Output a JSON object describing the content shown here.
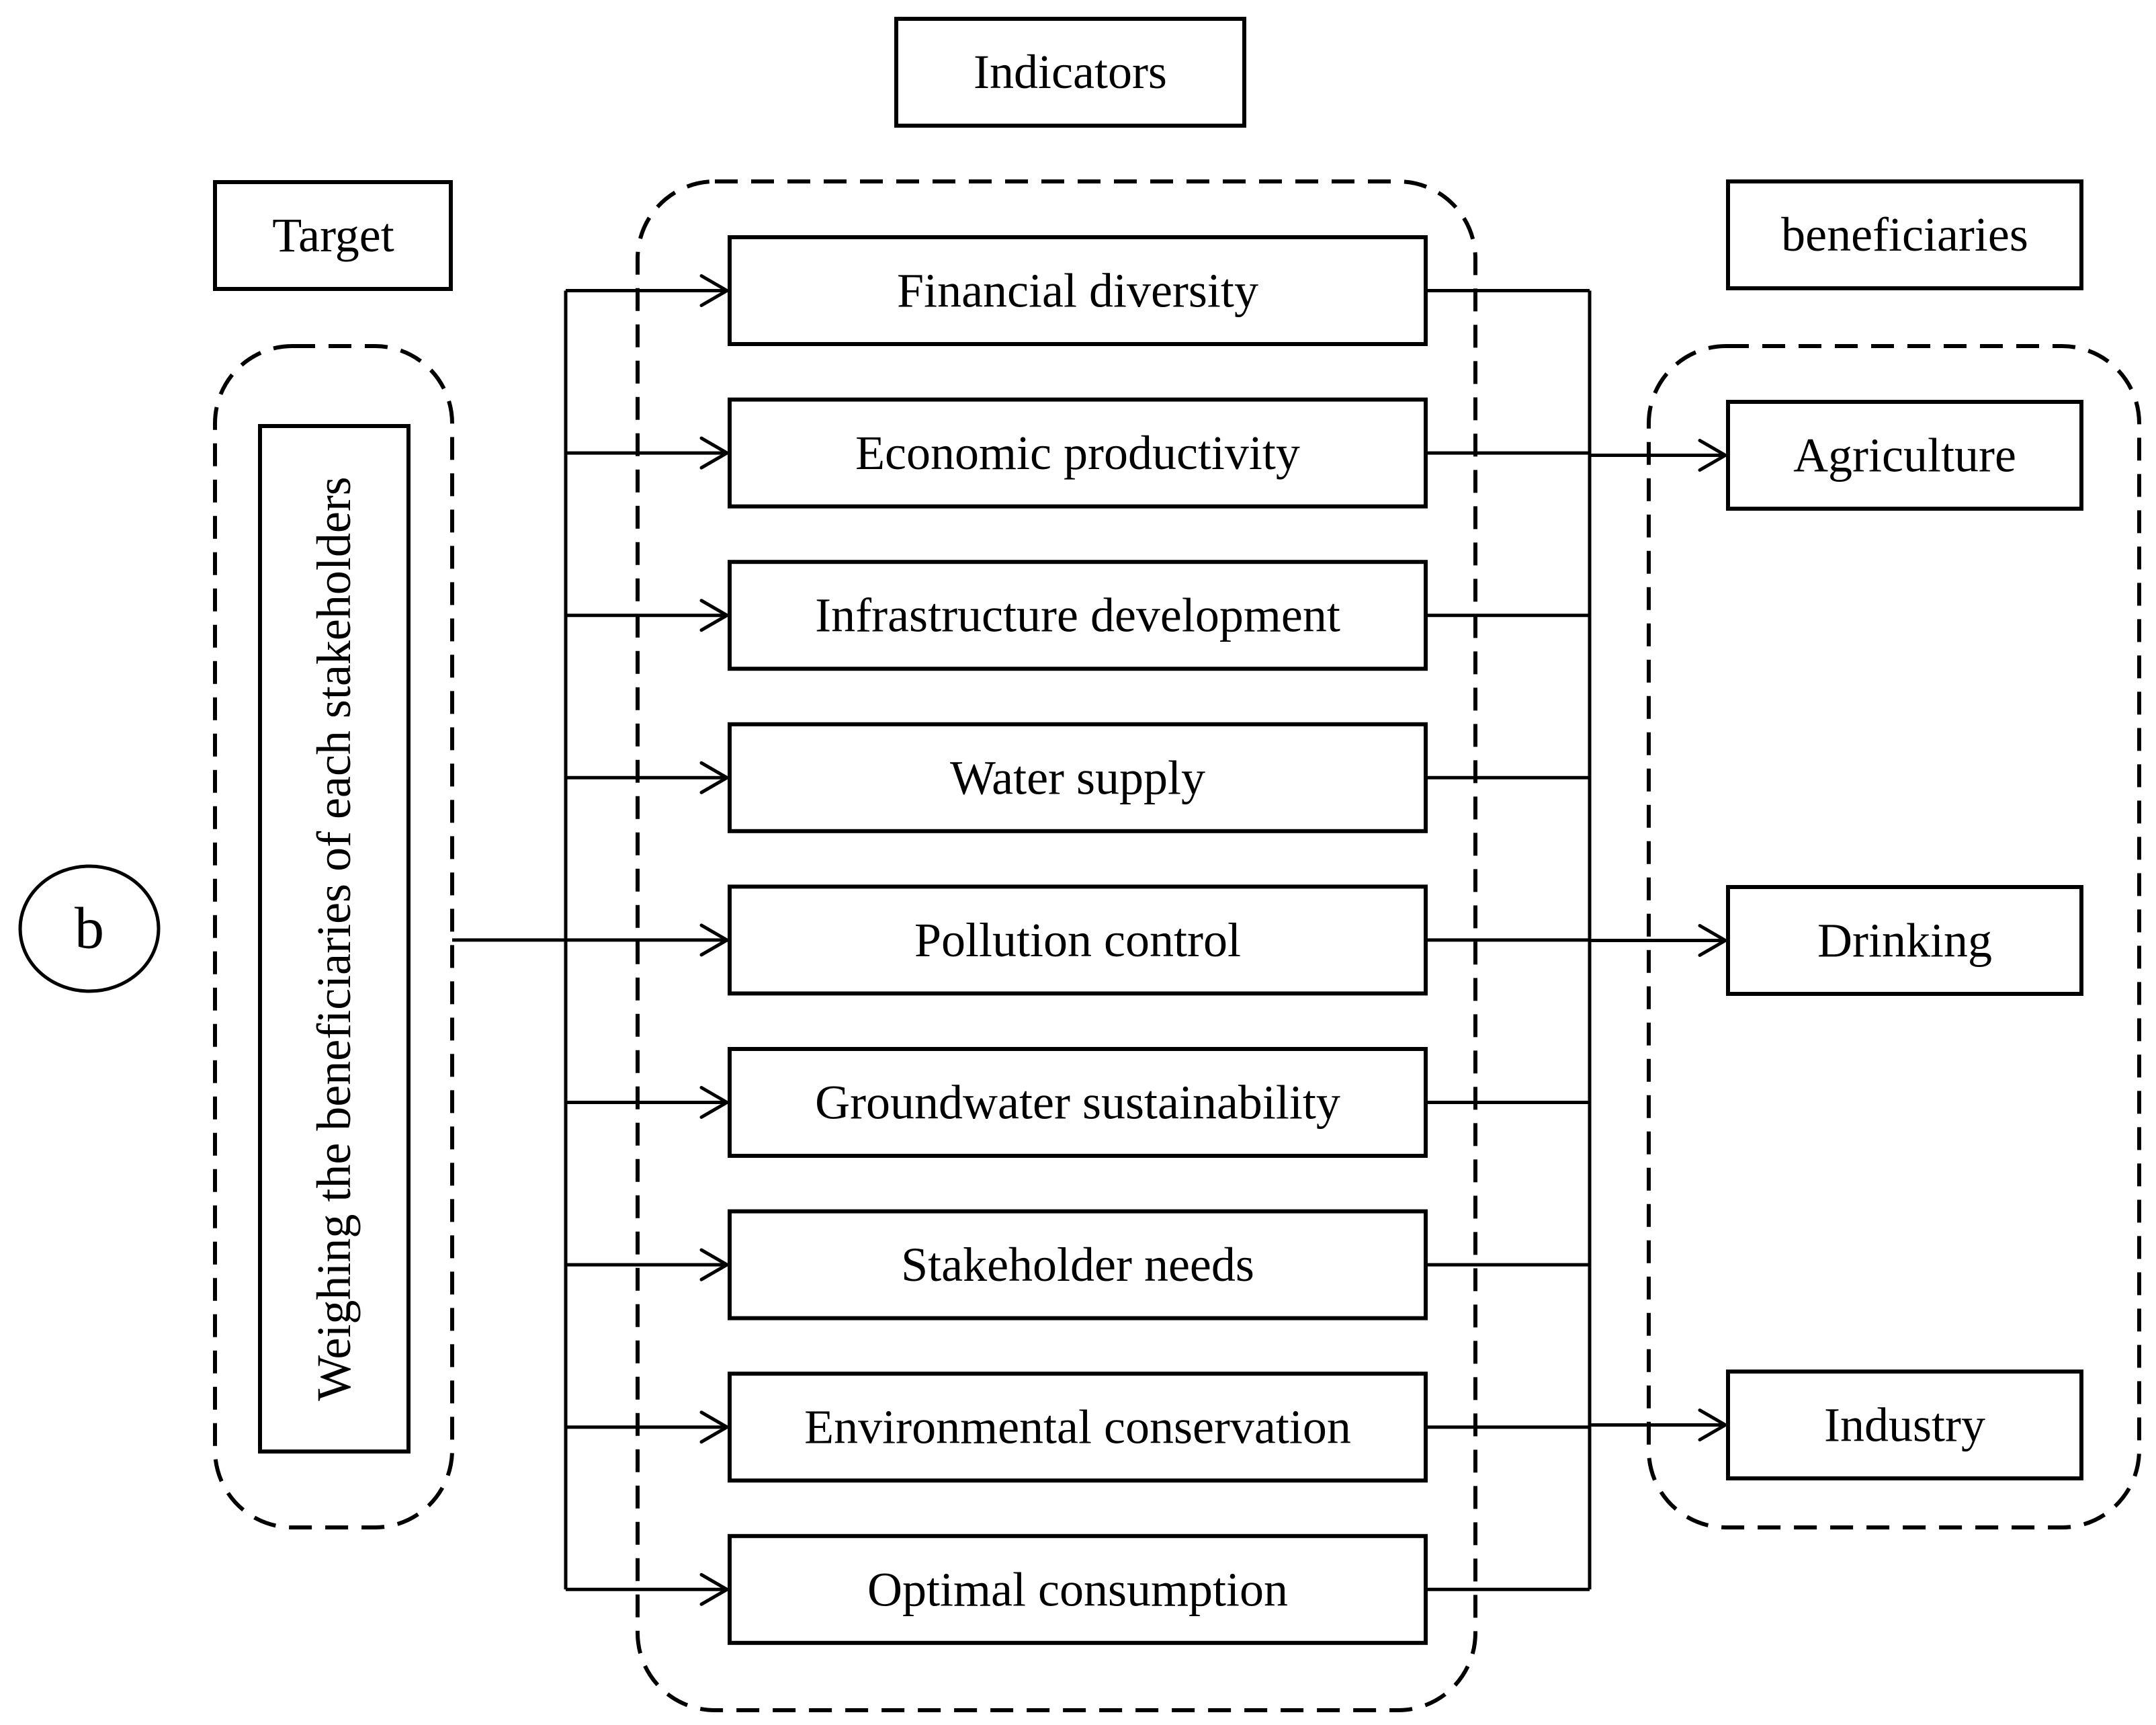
{
  "panel_label": "b",
  "headers": {
    "target": "Target",
    "indicators": "Indicators",
    "beneficiaries": "beneficiaries"
  },
  "target_text": "Weighing the beneficiaries of each stakeholders",
  "indicators": [
    "Financial diversity",
    "Economic productivity",
    "Infrastructure development",
    "Water supply",
    "Pollution control",
    "Groundwater sustainability",
    "Stakeholder needs",
    "Environmental conservation",
    "Optimal consumption"
  ],
  "beneficiaries": [
    "Agriculture",
    "Drinking",
    "Industry"
  ]
}
